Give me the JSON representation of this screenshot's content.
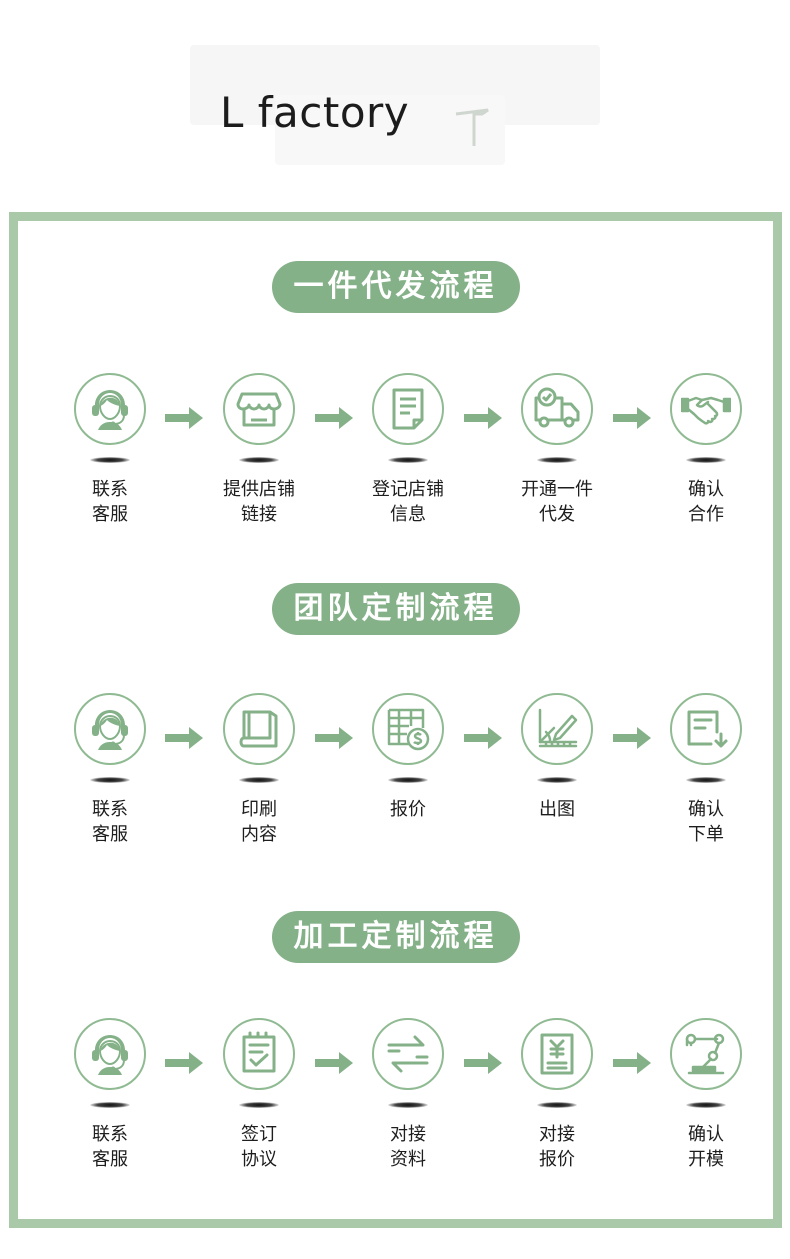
{
  "brand": {
    "title": "L factory"
  },
  "colors": {
    "accent": "#84b188",
    "frame": "#a9c9a9",
    "icon_stroke": "#84b188"
  },
  "sections": [
    {
      "title": "一件代发流程",
      "steps": [
        {
          "icon": "customer-service-icon",
          "line1": "联系",
          "line2": "客服"
        },
        {
          "icon": "store-icon",
          "line1": "提供店铺",
          "line2": "链接"
        },
        {
          "icon": "document-icon",
          "line1": "登记店铺",
          "line2": "信息"
        },
        {
          "icon": "delivery-truck-icon",
          "line1": "开通一件",
          "line2": "代发"
        },
        {
          "icon": "handshake-icon",
          "line1": "确认",
          "line2": "合作"
        }
      ]
    },
    {
      "title": "团队定制流程",
      "steps": [
        {
          "icon": "customer-service-icon",
          "line1": "联系",
          "line2": "客服"
        },
        {
          "icon": "book-icon",
          "line1": "印刷",
          "line2": "内容"
        },
        {
          "icon": "price-sheet-icon",
          "line1": "报价",
          "line2": ""
        },
        {
          "icon": "drawing-icon",
          "line1": "出图",
          "line2": ""
        },
        {
          "icon": "order-confirm-icon",
          "line1": "确认",
          "line2": "下单"
        }
      ]
    },
    {
      "title": "加工定制流程",
      "steps": [
        {
          "icon": "customer-service-icon",
          "line1": "联系",
          "line2": "客服"
        },
        {
          "icon": "sign-agreement-icon",
          "line1": "签订",
          "line2": "协议"
        },
        {
          "icon": "exchange-icon",
          "line1": "对接",
          "line2": "资料"
        },
        {
          "icon": "quote-icon",
          "line1": "对接",
          "line2": "报价"
        },
        {
          "icon": "robot-arm-icon",
          "line1": "确认",
          "line2": "开模"
        }
      ]
    }
  ]
}
